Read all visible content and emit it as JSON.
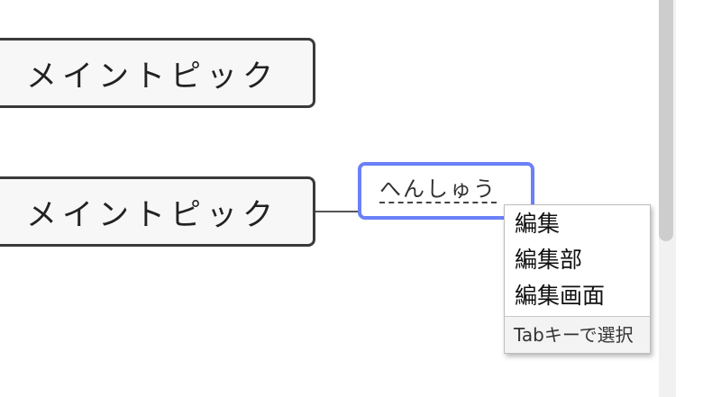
{
  "mindmap": {
    "topics": [
      {
        "label": "メイントピック"
      },
      {
        "label": "メイントピック"
      }
    ],
    "edit_box": {
      "composition_text": "へんしゅう",
      "border_color": "#6b80f8"
    }
  },
  "ime": {
    "candidates": [
      "編集",
      "編集部",
      "編集画面"
    ],
    "footer": "Tabキーで選択"
  }
}
